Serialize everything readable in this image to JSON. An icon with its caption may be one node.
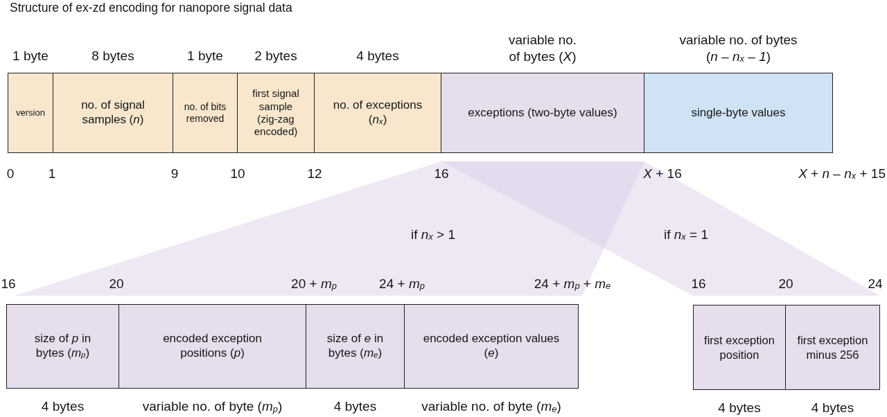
{
  "diagram": {
    "title": "Structure of ex-zd encoding for nanopore signal data",
    "nodes": [
      {
        "text": [
          "version"
        ],
        "beside": [
          "1 byte"
        ]
      },
      {
        "text": [
          "no. of signal samples (*n*)"
        ],
        "beside": [
          "8 bytes"
        ]
      },
      {
        "text": [
          "no. of bits removed"
        ],
        "beside": [
          "1 byte"
        ]
      },
      {
        "text": [
          "first signal sample (zig-zag encoded)"
        ],
        "beside": [
          "2 bytes"
        ]
      },
      {
        "text": [
          "no. of exceptions (*n*$_{x}$)"
        ],
        "beside": [
          "4 bytes"
        ]
      },
      {
        "text": [
          "exceptions (two-byte values)"
        ],
        "beside": [
          "variable no. of bytes (*X*)"
        ]
      },
      {
        "text": [
          "single-byte values"
        ],
        "beside": [
          "variable no. of bytes (*n* – *n*$_{x}$ – *1*)"
        ]
      },
      {
        "text": [
          "size of *p* in bytes (*m*$_{p}$)"
        ],
        "beside": [
          "4 bytes"
        ]
      },
      {
        "text": [
          "encoded exception positions (*p*)"
        ],
        "beside": [
          "variable no. of byte (*m*$_{p}$)"
        ]
      },
      {
        "text": [
          "size of *e* in bytes (*m*$_{e}$)"
        ],
        "beside": [
          "4 bytes"
        ]
      },
      {
        "text": [
          "encoded exception values (*e*)"
        ],
        "beside": [
          "variable no. of byte (*m*$_{e}$)"
        ]
      },
      {
        "text": [
          "first exception position"
        ],
        "beside": [
          "4 bytes"
        ]
      },
      {
        "text": [
          "first exception minus 256"
        ],
        "beside": [
          "4 bytes"
        ]
      }
    ],
    "labels": [
      "0",
      "1",
      "9",
      "10",
      "12",
      "16",
      "*X* + 16",
      "*X* + *n* – *n*$_{x}$ + 15",
      "if *n*$_{x}$ > 1",
      "if *n*$_{x}$ = 1",
      "16",
      "20",
      "20 + *m*$_{p}$",
      "24 + *m*$_{p}$",
      "24 + *m*$_{p}$ + *m*$_{e}$",
      "16",
      "20",
      "24"
    ]
  }
}
